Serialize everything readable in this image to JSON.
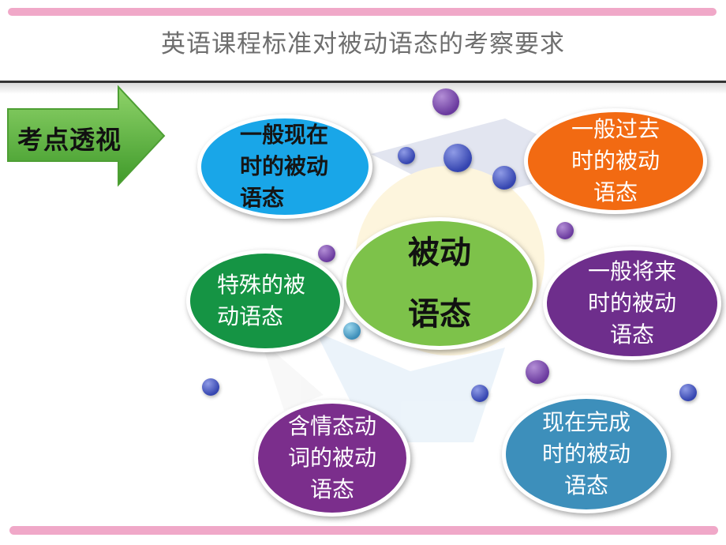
{
  "title": "英语课程标准对被动语态的考察要求",
  "arrow_label": "考点透视",
  "center": "被动语态",
  "topics": {
    "present_simple": "一般现在时的被动语态",
    "past_simple": "一般过去时的被动语态",
    "special": "特殊的被动语态",
    "future_simple": "一般将来时的被动语态",
    "modal_verbs": "含情态动词的被动语态",
    "present_perfect": "现在完成时的被动语态"
  },
  "colors": {
    "top_bar": "#f0a8c8",
    "arrow": "#5aae3b",
    "present_simple": "#19a6e8",
    "past_simple": "#f26a12",
    "center": "#7dc24a",
    "special": "#159444",
    "future_simple": "#6e2e8c",
    "modal_verbs": "#7b2e8c",
    "present_perfect": "#3d8fbb"
  }
}
